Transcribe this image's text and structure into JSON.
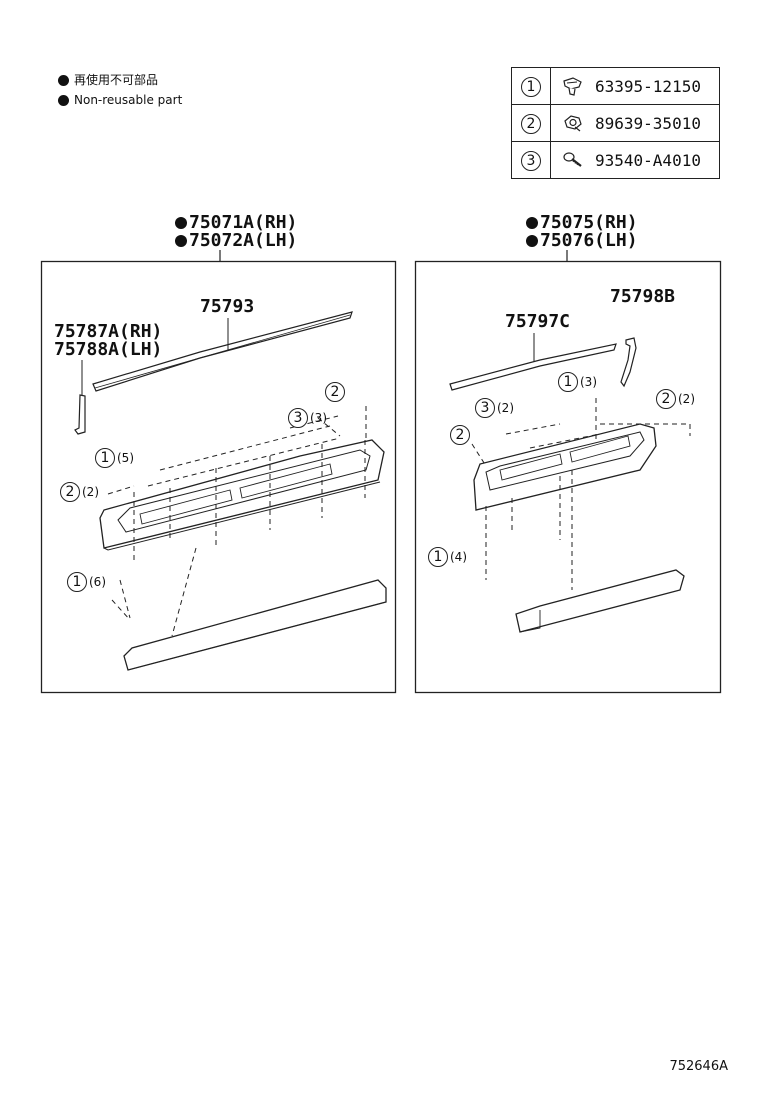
{
  "legend": {
    "items": [
      {
        "text": "再使用不可部品"
      },
      {
        "text": "Non-reusable part"
      }
    ]
  },
  "parts_table": [
    {
      "num": "1",
      "part": "63395-12150",
      "icon": "clip-icon"
    },
    {
      "num": "2",
      "part": "89639-35010",
      "icon": "nut-clip-icon"
    },
    {
      "num": "3",
      "part": "93540-A4010",
      "icon": "screw-icon"
    }
  ],
  "left_panel": {
    "header_rh": "75071A(RH)",
    "header_lh": "75072A(LH)",
    "label_top": "75793",
    "label_side_rh": "75787A(RH)",
    "label_side_lh": "75788A(LH)",
    "callouts": [
      {
        "num": "2",
        "qty": ""
      },
      {
        "num": "3",
        "qty": "(3)"
      },
      {
        "num": "1",
        "qty": "(5)"
      },
      {
        "num": "2",
        "qty": "(2)"
      },
      {
        "num": "1",
        "qty": "(6)"
      }
    ]
  },
  "right_panel": {
    "header_rh": "75075(RH)",
    "header_lh": "75076(LH)",
    "label_top_right": "75798B",
    "label_top": "75797C",
    "callouts": [
      {
        "num": "1",
        "qty": "(3)"
      },
      {
        "num": "3",
        "qty": "(2)"
      },
      {
        "num": "2",
        "qty": "(2)"
      },
      {
        "num": "2",
        "qty": ""
      },
      {
        "num": "1",
        "qty": "(4)"
      }
    ]
  },
  "footer": {
    "code": "752646A"
  }
}
